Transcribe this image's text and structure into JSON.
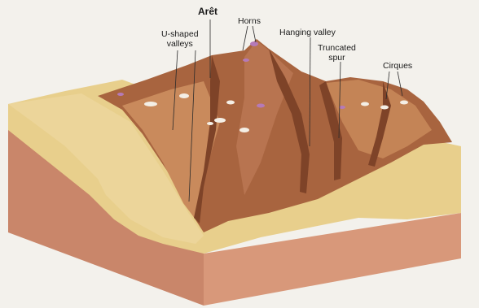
{
  "labels": {
    "arete": "Arêt",
    "u_shaped": "U-shaped\nvalleys",
    "horns": "Horns",
    "hanging": "Hanging valley",
    "truncated": "Truncated\nspur",
    "cirques": "Cirques"
  },
  "colors": {
    "background": "#f3f1ec",
    "block_side": "#c9866a",
    "block_front": "#d8987a",
    "valley_floor": "#e8cf8c",
    "mountain": "#a8643f",
    "mountain_light": "#c98a5c",
    "mountain_dark": "#7e4328",
    "snow": "#f4efe6",
    "ice_pink": "#b57ab8",
    "leader": "#2b2b2b"
  },
  "icons": [
    "snow-patch-icon",
    "ice-pink-icon"
  ]
}
